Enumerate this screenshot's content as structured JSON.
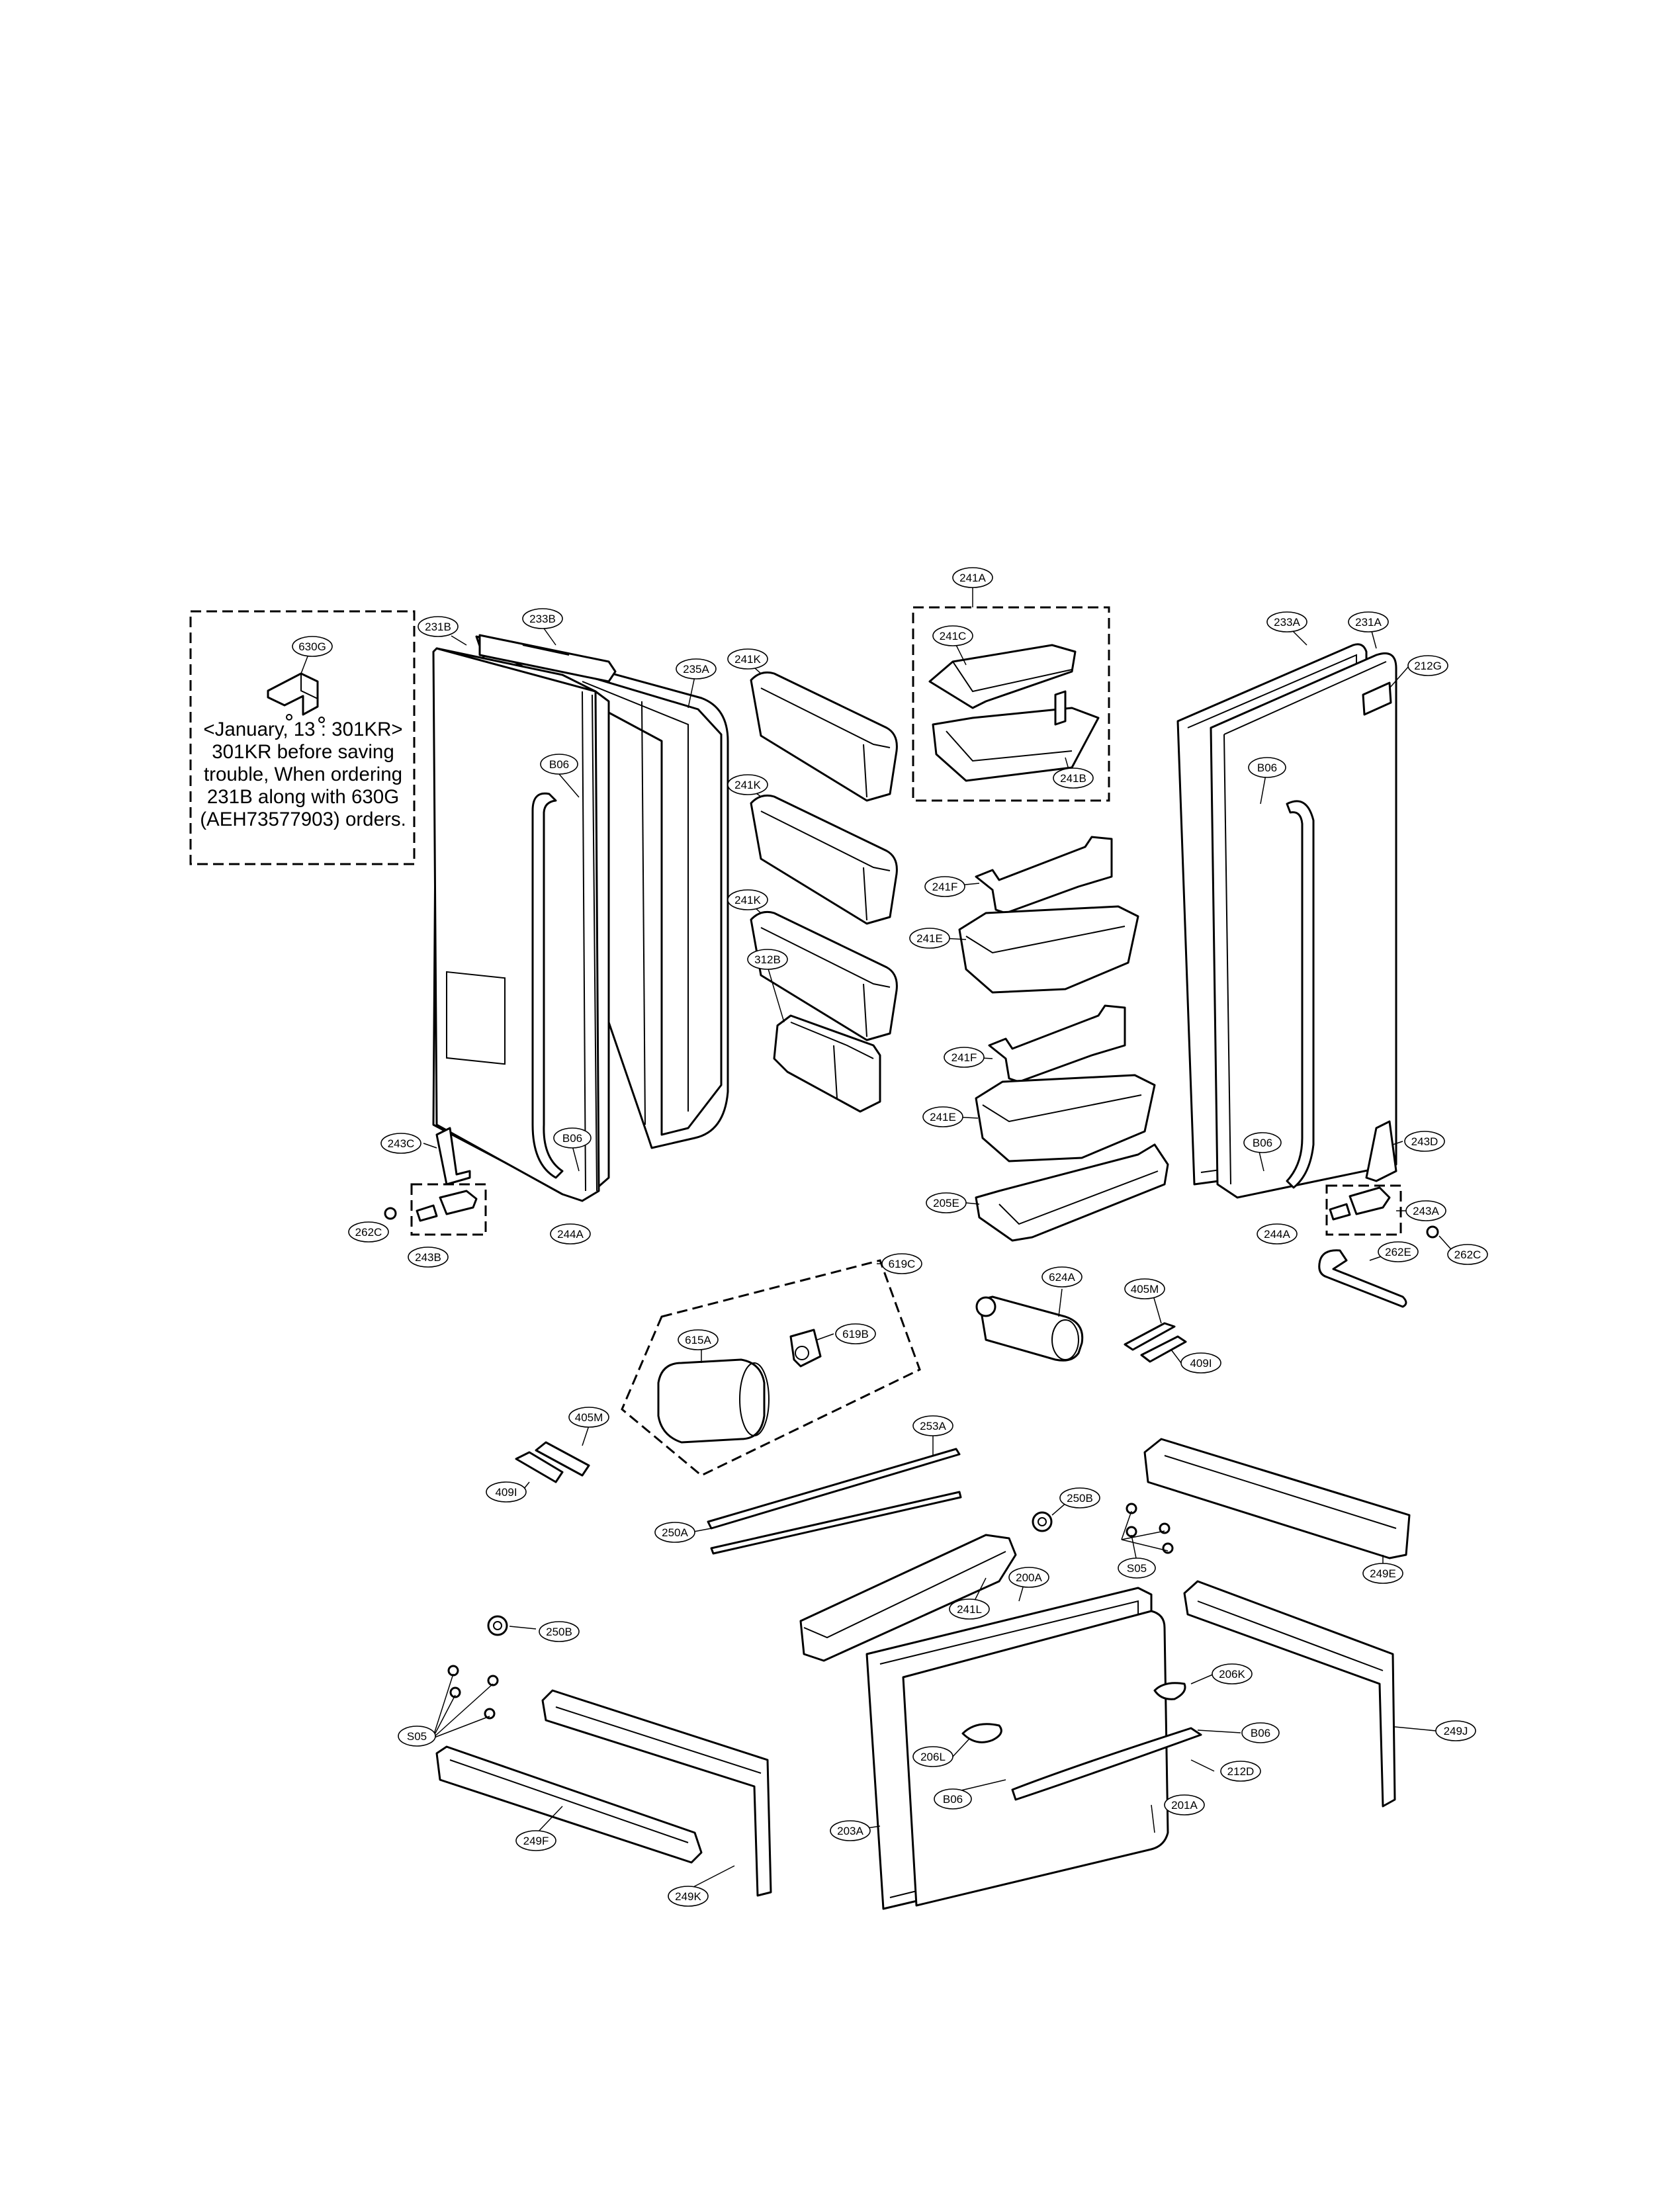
{
  "note": {
    "lines": [
      "<January, 13 : 301KR>",
      "301KR before saving",
      "trouble, When ordering",
      "231B along with 630G",
      "(AEH73577903) orders."
    ]
  },
  "callouts": [
    "630G",
    "231B",
    "233B",
    "235A",
    "241K",
    "241K",
    "241K",
    "241A",
    "241C",
    "241B",
    "241F",
    "241E",
    "241F",
    "241E",
    "205E",
    "312B",
    "233A",
    "231A",
    "212G",
    "B06",
    "B06",
    "B06",
    "B06",
    "243C",
    "243B",
    "262C",
    "244A",
    "243D",
    "243A",
    "262C",
    "262E",
    "244A",
    "619C",
    "615A",
    "619B",
    "624A",
    "405M",
    "409I",
    "405M",
    "409I",
    "253A",
    "250A",
    "250B",
    "249E",
    "S05",
    "241L",
    "200A",
    "206K",
    "B06",
    "249J",
    "250B",
    "S05",
    "249F",
    "249K",
    "206L",
    "B06",
    "212D",
    "201A",
    "203A"
  ]
}
